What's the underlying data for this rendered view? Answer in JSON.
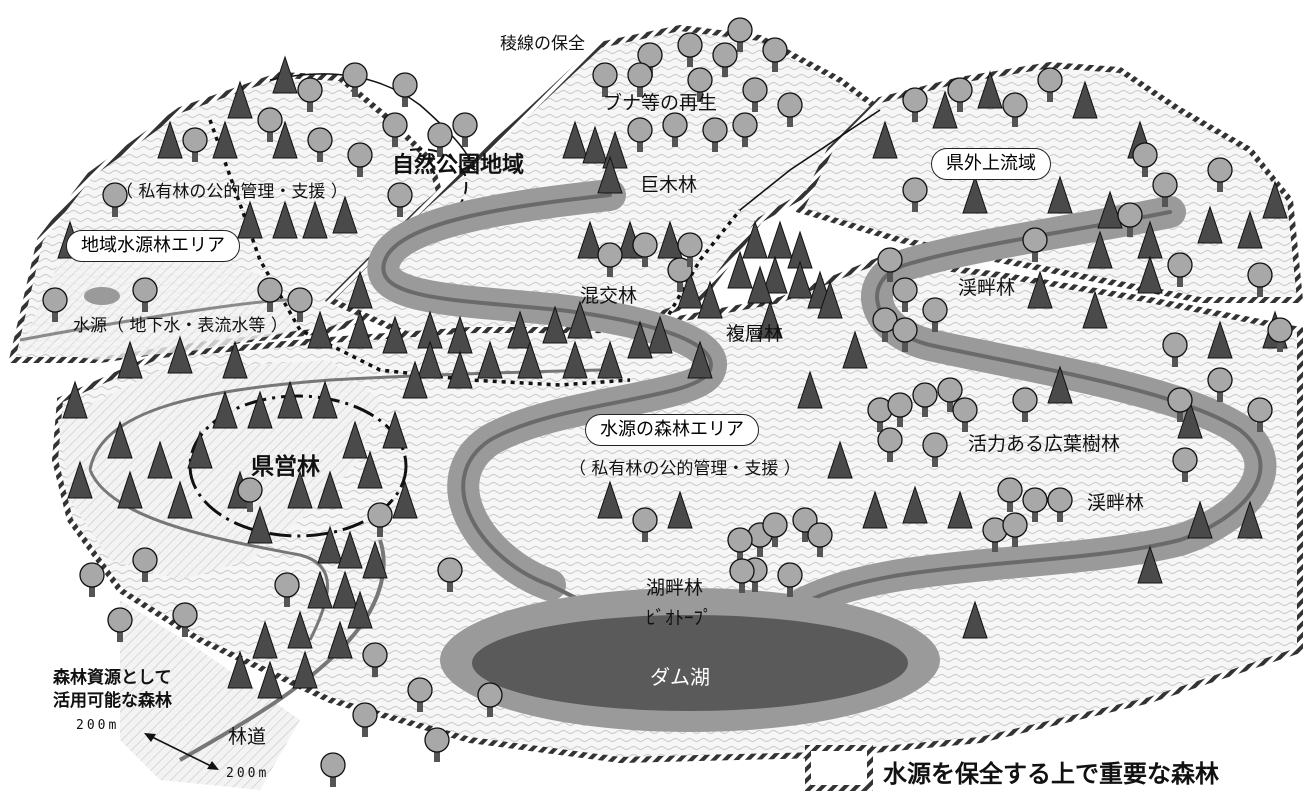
{
  "labels": {
    "ridge_conservation": "稜線の保全",
    "beech_regeneration": "ブナ等の再生",
    "natural_park": "自然公園地域",
    "large_trees": "巨木林",
    "mixed_forest": "混交林",
    "multilayer_forest": "複層林",
    "upstream_outside_pref": "県外上流域",
    "riparian_forest_upper": "渓畔林",
    "riparian_forest_lower": "渓畔林",
    "private_forest_mgmt_upper": "（ 私有林の公的管理・支援 ）",
    "regional_water_source_area": "地域水源林エリア",
    "water_source": "水源（ 地下水・表流水等 ）",
    "prefectural_forest": "県営林",
    "water_forest_area": "水源の森林エリア",
    "private_forest_mgmt_lower": "（ 私有林の公的管理・支援 ）",
    "vigorous_broadleaf": "活力ある広葉樹林",
    "lakeside_forest": "湖畔林",
    "biotope": "ﾋﾞｵﾄｰﾌﾟ",
    "dam_lake": "ダム湖",
    "forest_resource_line1": "森林資源として",
    "forest_resource_line2": "活用可能な森林",
    "scale_v": "200m",
    "scale_h": "200m",
    "forest_road": "林道"
  },
  "legend": {
    "label": "水源を保全する上で重要な森林"
  },
  "colors": {
    "conifer": "#4a4a4a",
    "broadleaf": "#a8a8a8",
    "trunk": "#555555",
    "river_band": "#9a9a9a",
    "river_line": "#6a6a6a",
    "lake": "#5a5a5a",
    "lake_ring": "#9a9a9a",
    "area_fill": "#f4f4f4"
  }
}
